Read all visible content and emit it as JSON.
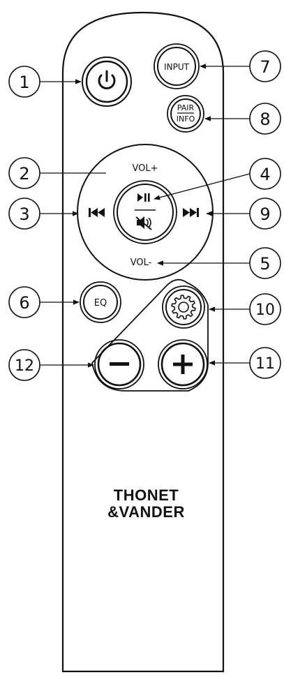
{
  "buttons": {
    "input": "INPUT",
    "pair": "PAIR",
    "info": "INFO",
    "vol_up": "VOL+",
    "vol_down": "VOL-",
    "eq": "EQ"
  },
  "callouts": [
    "1",
    "2",
    "3",
    "4",
    "5",
    "6",
    "7",
    "8",
    "9",
    "10",
    "11",
    "12"
  ],
  "brand": {
    "line1": "THONET",
    "line2": "&VANDER"
  },
  "colors": {
    "ink": "#111111",
    "background": "#ffffff"
  },
  "icons": [
    "power-icon",
    "previous-track-icon",
    "play-pause-icon",
    "mute-icon",
    "next-track-icon",
    "settings-gear-icon",
    "minus-icon",
    "plus-icon"
  ]
}
